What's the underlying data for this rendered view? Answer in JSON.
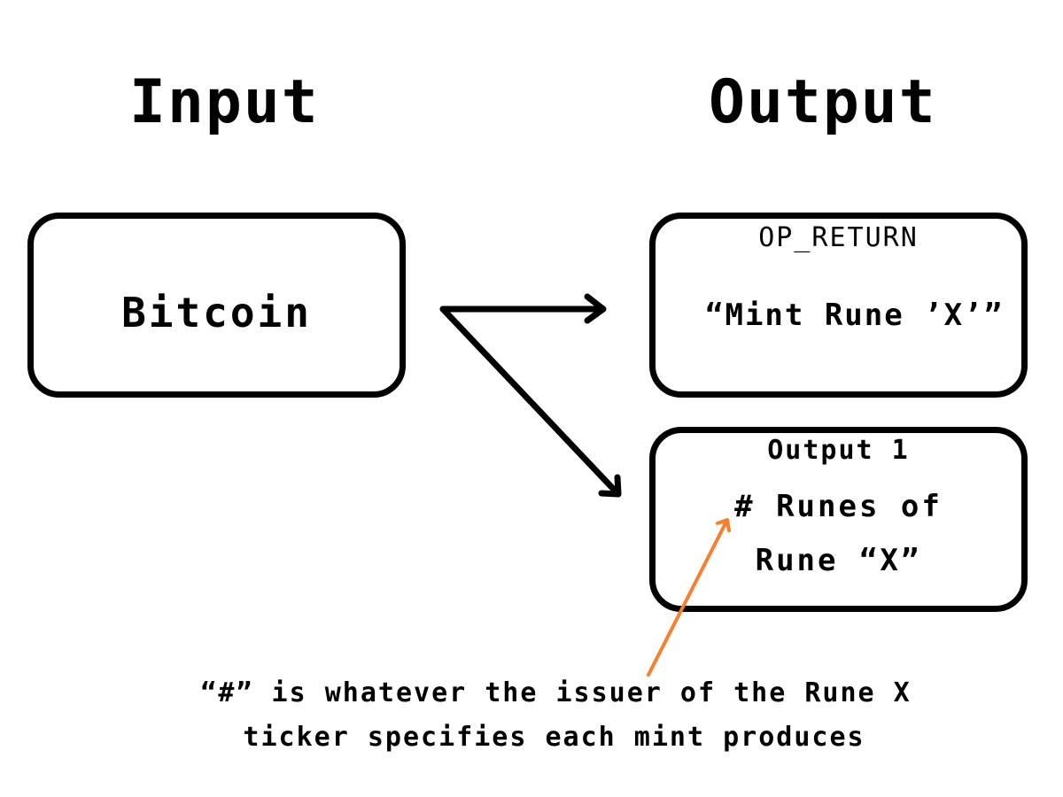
{
  "headings": {
    "input": "Input",
    "output": "Output"
  },
  "input_box": {
    "label": "Bitcoin"
  },
  "output_boxes": [
    {
      "title": "OP_RETURN",
      "content": "“Mint Rune ’X’”"
    },
    {
      "title": "Output 1",
      "content_line1": "# Runes of",
      "content_line2": "Rune “X”"
    }
  ],
  "annotation": {
    "line1": "“#” is whatever the issuer of the Rune X",
    "line2": "ticker specifies each mint produces",
    "arrow_color": "#F97E2D"
  },
  "colors": {
    "stroke": "#000000",
    "background": "#FFFFFF",
    "accent": "#F97E2D"
  }
}
